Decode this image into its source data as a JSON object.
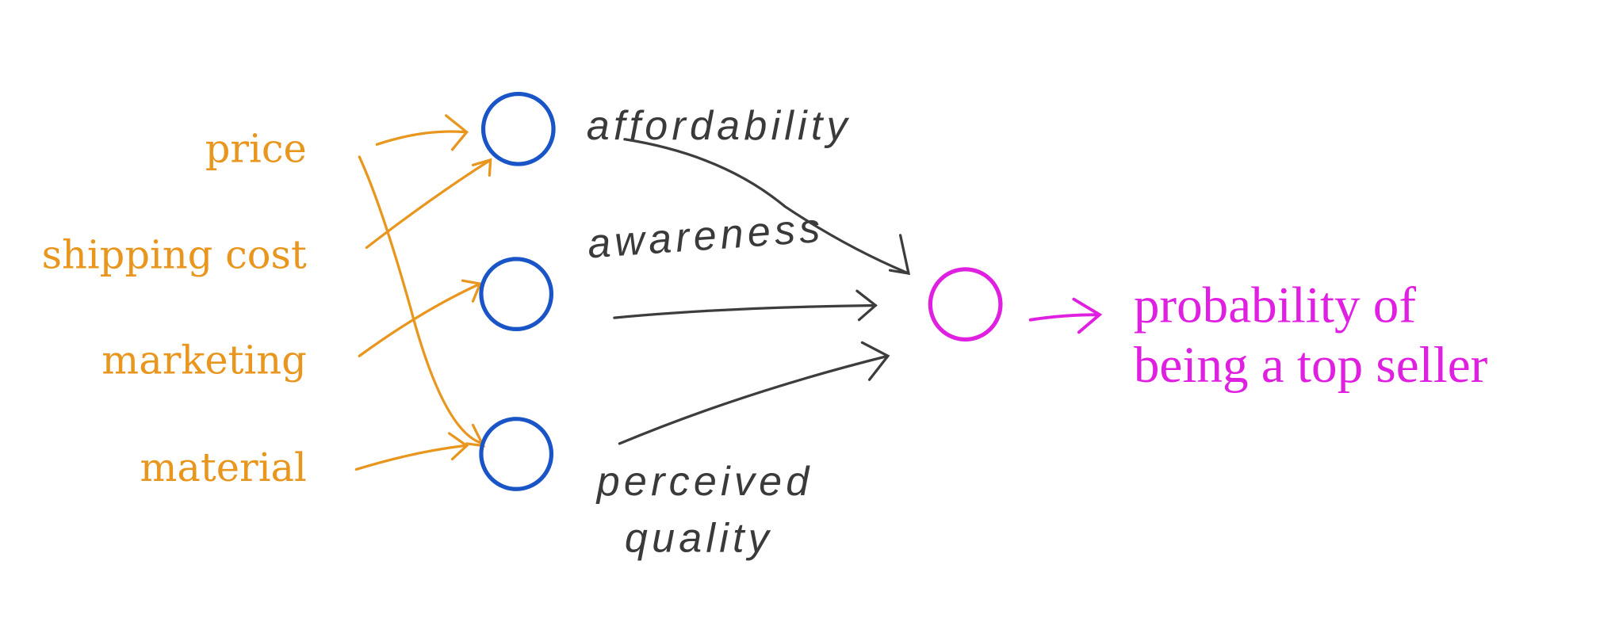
{
  "inputs": [
    "price",
    "shipping cost",
    "marketing",
    "material"
  ],
  "hidden": {
    "affordability": "affordability",
    "awareness": "awareness",
    "perceived_line1": "perceived",
    "perceived_line2": "quality"
  },
  "output": {
    "line1": "probability of",
    "line2": "being a top seller"
  },
  "colors": {
    "input": "#e8961e",
    "hidden_node": "#1a55c8",
    "output": "#e020e0",
    "ink": "#3d3d3d"
  }
}
